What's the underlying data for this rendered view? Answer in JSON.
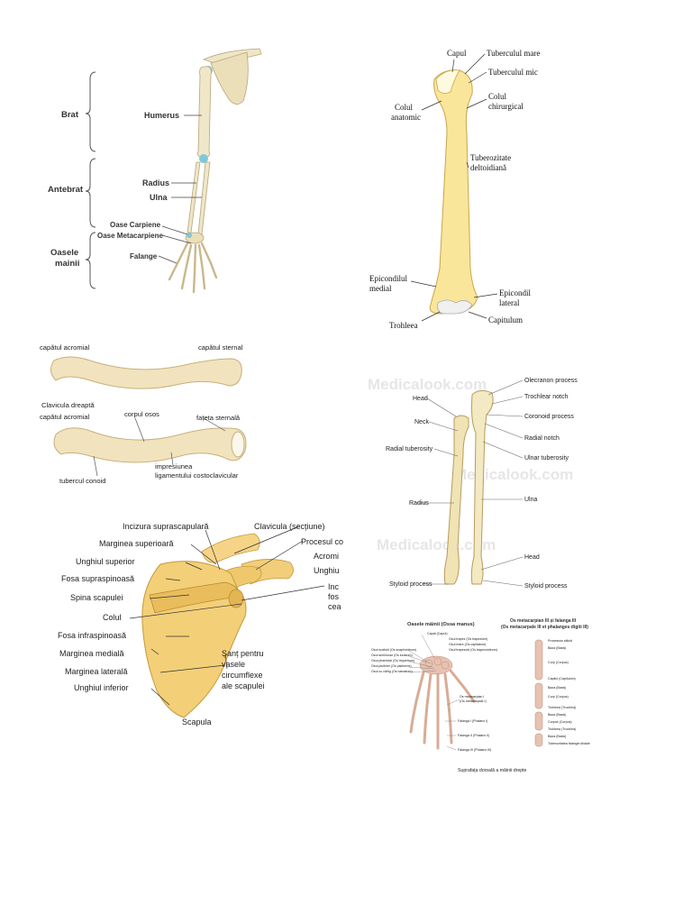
{
  "arm": {
    "regions": [
      "Brat",
      "Antebrat",
      "Oasele",
      "mainii"
    ],
    "labels": [
      "Humerus",
      "Radius",
      "Ulna",
      "Oase Carpiene",
      "Oase Metacarpiene",
      "Falange"
    ]
  },
  "humerus": {
    "labels": [
      "Capul",
      "Tuberculul mare",
      "Tuberculul mic",
      "Colul",
      "anatomic",
      "Colul",
      "chirurgical",
      "Tuberozitate",
      "deltoidiană",
      "Epicondilul",
      "medial",
      "Epicondil",
      "lateral",
      "Capitulum",
      "Trohleea"
    ]
  },
  "clavicle": {
    "labels": [
      "capătul acromial",
      "capătul sternal",
      "Clavicula dreaptă",
      "capătul acromial",
      "corpul osos",
      "fațeta sternală",
      "impresiunea",
      "ligamentului costoclavicular",
      "tubercul conoid"
    ]
  },
  "forearm": {
    "watermark": "Medicalook.com",
    "left_labels": [
      "Head",
      "Neck",
      "Radial tuberosity",
      "Radius",
      "Styloid process"
    ],
    "right_labels": [
      "Olecranon process",
      "Trochlear notch",
      "Coronoid process",
      "Radial notch",
      "Ulnar tuberosity",
      "Ulna",
      "Head",
      "Styloid process"
    ]
  },
  "scapula": {
    "left_labels": [
      "Incizura suprascapulară",
      "Marginea superioară",
      "Unghiul superior",
      "Fosa supraspinoasă",
      "Spina scapulei",
      "Colul",
      "Fosa infraspinoasă",
      "Marginea medială",
      "Marginea laterală",
      "Unghiul inferior"
    ],
    "right_labels": [
      "Clavicula (secțiune)",
      "Procesul co",
      "Acromi",
      "Unghiu",
      "Inc",
      "fos",
      "cea"
    ],
    "bottom_labels": [
      "Șanț pentru",
      "vasele",
      "circumflexe",
      "ale scapulei",
      "Scapula"
    ]
  },
  "hand": {
    "title": "Oasele mâinii (Ossa manus)",
    "header_right": [
      "Os metacarpian III și falanga III",
      "(Os metacarpale III et phalanges digiti III)"
    ],
    "left_labels": [
      "Capat (Caput)",
      "Osul scafoid (Os scaphoideum)",
      "Osul semilunar (Os lunatum)",
      "Osul piramidal (Os triquetrum)",
      "Osul pisiform (Os pisiforme)",
      "Osul cu cârlig (Os hamatum)",
      "Os metacarpian I",
      "(Os metacarpale I)",
      "Falanga I (Phalanx I)",
      "Falanga II (Phalanx II)",
      "Falanga III (Phalanx III)"
    ],
    "mid_labels": [
      "Osul trapez (Os trapezium)",
      "Osul mare (Os capitatum)",
      "Osul trapezoid (Os trapezoideum)"
    ],
    "right_labels": [
      "Processus stiloid",
      "Baza (Basis)",
      "Corp (Corpus)",
      "Capitul (Capitulum)",
      "Baza (Basis)",
      "Corp (Corpus)",
      "Trohleea (Trochlea)",
      "Baza (Basis)",
      "Corpus (Corpus)",
      "Trohleea (Trochlea)",
      "Baza (Basis)",
      "Tuberozitatea falangei distale"
    ],
    "caption": "Suprafața dorsală a mâinii drepte"
  }
}
